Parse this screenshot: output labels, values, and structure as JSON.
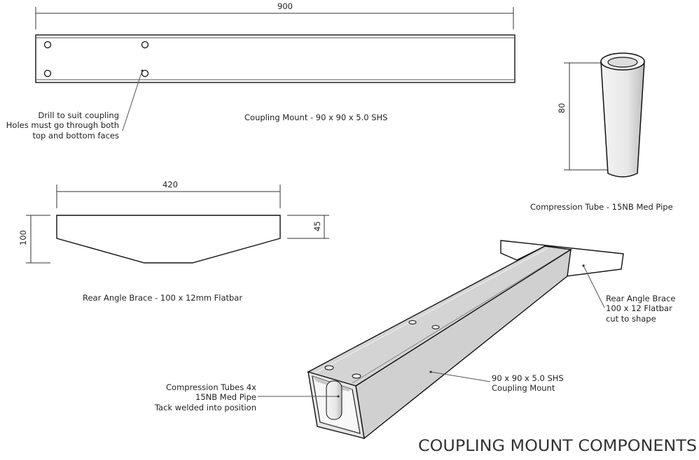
{
  "beam": {
    "dimension": "900",
    "label": "Coupling Mount - 90 x 90 x 5.0 SHS",
    "note": [
      "Drill to suit coupling",
      "Holes must go through both",
      "top and bottom faces"
    ]
  },
  "tube": {
    "dimension": "80",
    "label": "Compression Tube - 15NB Med Pipe"
  },
  "brace": {
    "width_dimension": "420",
    "height_dimension": "100",
    "end_dimension": "45",
    "label": "Rear Angle Brace - 100 x 12mm Flatbar"
  },
  "assembly": {
    "brace_callout": [
      "Rear Angle Brace",
      "100 x 12 Flatbar",
      "cut to shape"
    ],
    "shs_callout": [
      "90 x 90 x 5.0 SHS",
      "Coupling Mount"
    ],
    "tubes_callout": [
      "Compression Tubes 4x",
      "15NB Med Pipe",
      "Tack welded into position"
    ]
  },
  "title": "COUPLING MOUNT COMPONENTS"
}
